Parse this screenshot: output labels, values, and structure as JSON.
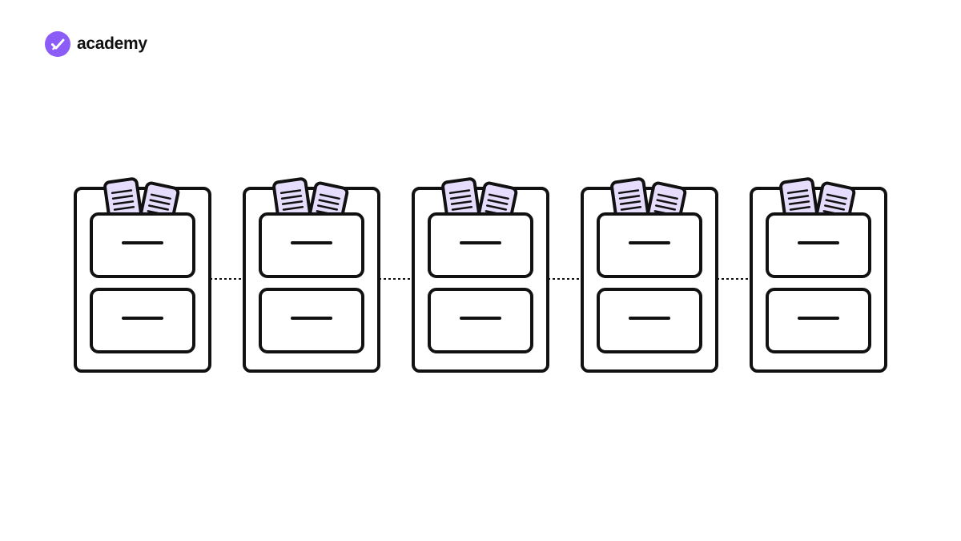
{
  "brand": {
    "name": "academy",
    "logo_icon": "check-badge-icon",
    "accent_color": "#8B5CF6"
  },
  "diagram": {
    "cabinet_count": 5,
    "cabinet_icon": "file-cabinet-icon",
    "document_icon": "document-icon",
    "connector_style": "dotted",
    "colors": {
      "stroke": "#111111",
      "fill": "#ffffff",
      "document_fill": "#E5DDFB"
    }
  }
}
